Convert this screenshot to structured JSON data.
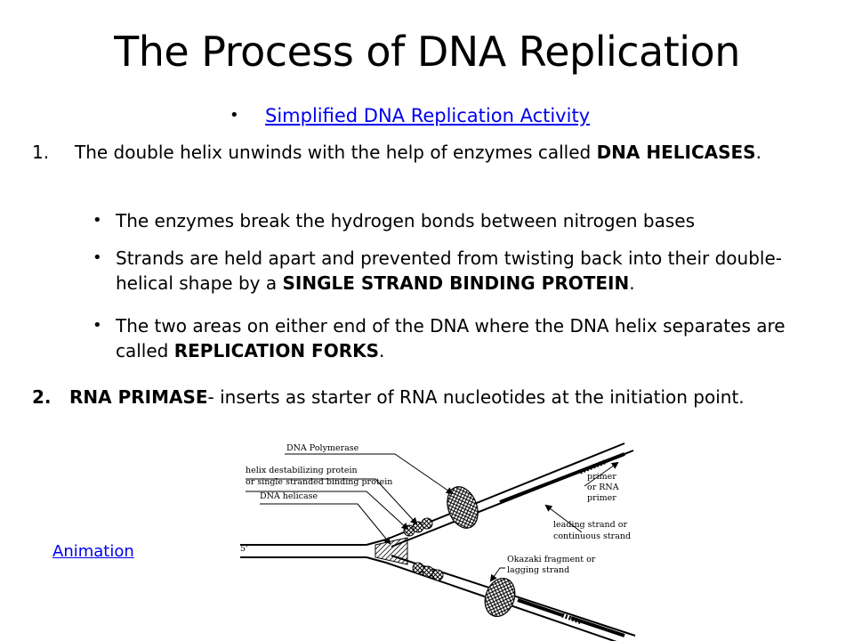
{
  "slide": {
    "title": "The Process of DNA Replication",
    "link_top": "Simplified DNA Replication Activity",
    "step1": {
      "num": "1.",
      "text": "The double helix unwinds with the help of enzymes called ",
      "bold": "DNA HELICASES",
      "end": "."
    },
    "sub_bullets": [
      {
        "text": "The enzymes break the hydrogen bonds between nitrogen bases",
        "bold": "",
        "end": ""
      },
      {
        "text": "Strands are held apart and prevented from twisting back into their double-helical shape by a ",
        "bold": "SINGLE STRAND BINDING PROTEIN",
        "end": "."
      },
      {
        "text": "The two areas on either end of the DNA where the DNA helix separates are called ",
        "bold": "REPLICATION FORKS",
        "end": "."
      }
    ],
    "step2": {
      "num": "2.",
      "bold": "RNA PRIMASE",
      "text": "- inserts as starter of RNA nucleotides at the initiation point."
    },
    "animation_link": "Animation"
  },
  "diagram": {
    "labels": {
      "dna_polymerase": "DNA Polymerase",
      "helix_destab_1": "helix destabilizing protein",
      "helix_destab_2": "or single stranded binding protein",
      "dna_helicase": "DNA helicase",
      "five_prime": "5'",
      "primer_1": "primer",
      "primer_2": "or RNA",
      "primer_3": "primer",
      "leading_1": "leading strand or",
      "leading_2": "continuous strand",
      "okazaki_1": "Okazaki fragment or",
      "okazaki_2": "lagging strand"
    }
  }
}
